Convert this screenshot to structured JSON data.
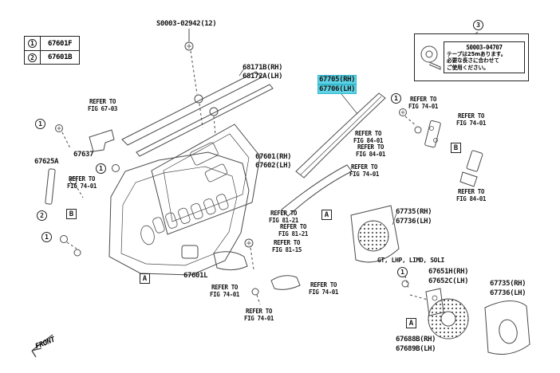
{
  "colors": {
    "highlight": "#5ed3e6",
    "line": "#4a4a4a"
  },
  "stamp_top": "S0003-02942(12)",
  "legend": {
    "rows": [
      {
        "num": "1",
        "part": "67601F"
      },
      {
        "num": "2",
        "part": "67601B"
      }
    ]
  },
  "tape_note": {
    "badge": "3",
    "stamp": "S0003-04707",
    "lines": [
      "テープは25mあります。",
      "必要な長さに合わせて",
      "ご使用ください。"
    ]
  },
  "parts": {
    "p68171B": "68171B(RH)",
    "p68172A": "68172A(LH)",
    "p67705": "67705(RH)",
    "p67706": "67706(LH)",
    "p67637": "67637",
    "p67625A": "67625A",
    "p67601": "67601(RH)",
    "p67602": "67602(LH)",
    "p67601L": "67601L",
    "p67735": "67735(RH)",
    "p67736": "67736(LH)",
    "p67651H": "67651H(RH)",
    "p67652C": "67652C(LH)",
    "p67735b": "67735(RH)",
    "p67736b": "67736(LH)",
    "p67688B": "67688B(RH)",
    "p67689B": "67689B(LH)"
  },
  "variant_note": "GT, LHP, LIMD, SOLI",
  "refs": [
    {
      "l1": "REFER TO",
      "l2": "FIG 67-03"
    },
    {
      "l1": "REFER TO",
      "l2": "FIG 74-01"
    },
    {
      "l1": "REFER TO",
      "l2": "FIG 84-01"
    },
    {
      "l1": "REFER TO",
      "l2": "FIG 84-01"
    },
    {
      "l1": "REFER TO",
      "l2": "FIG 74-01"
    },
    {
      "l1": "REFER TO",
      "l2": "FIG 74-01"
    },
    {
      "l1": "REFER TO",
      "l2": "FIG 74-01"
    },
    {
      "l1": "REFER TO",
      "l2": "FIG 84-01"
    },
    {
      "l1": "REFER TO",
      "l2": "FIG 81-21"
    },
    {
      "l1": "REFER TO",
      "l2": "FIG 81-21"
    },
    {
      "l1": "REFER TO",
      "l2": "FIG 81-15"
    },
    {
      "l1": "REFER TO",
      "l2": "FIG 74-01"
    },
    {
      "l1": "REFER TO",
      "l2": "FIG 74-01"
    },
    {
      "l1": "REFER TO",
      "l2": "FIG 74-01"
    }
  ],
  "markers": [
    "1",
    "1",
    "2",
    "1",
    "1",
    "1"
  ],
  "boxes": [
    "B",
    "B",
    "A",
    "A",
    "A"
  ],
  "front_label": "FRONT"
}
